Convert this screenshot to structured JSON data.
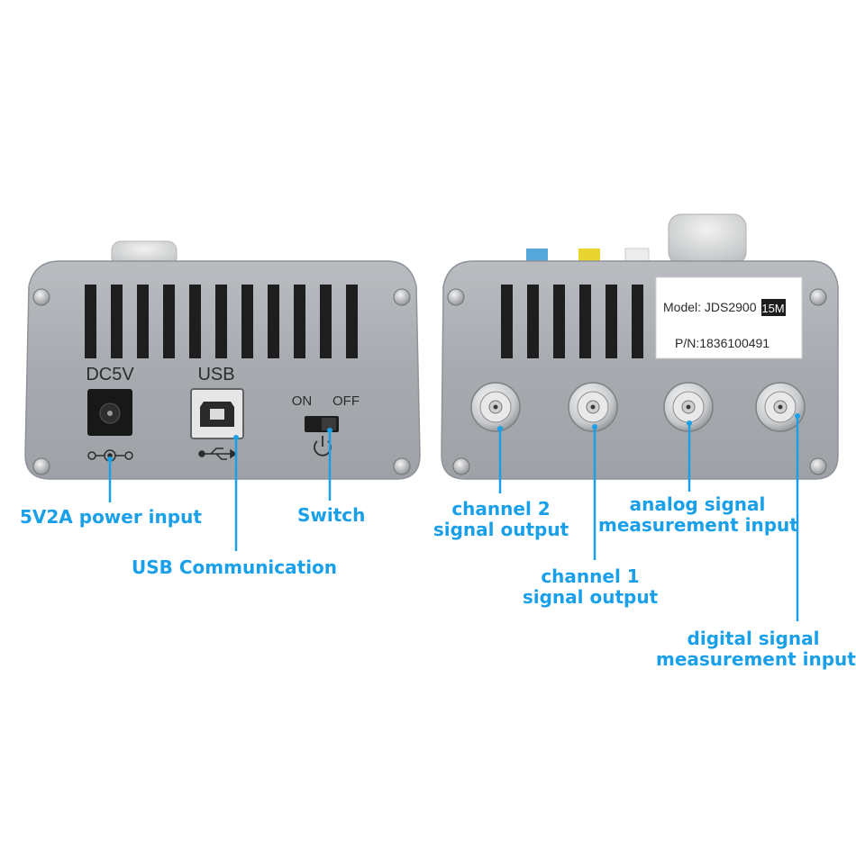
{
  "left_device": {
    "power_label": "DC5V",
    "usb_label": "USB",
    "switch_on_label": "ON",
    "switch_off_label": "OFF"
  },
  "right_device": {
    "label_model": "Model: JDS2900",
    "label_badge": "15M",
    "label_pn": "P/N:1836100491"
  },
  "callouts": {
    "power_input": "5V2A power input",
    "switch": "Switch",
    "usb": "USB Communication",
    "ch2_line1": "channel 2",
    "ch2_line2": "signal output",
    "ch1_line1": "channel 1",
    "ch1_line2": "signal output",
    "analog_line1": "analog signal",
    "analog_line2": "measurement input",
    "digital_line1": "digital signal",
    "digital_line2": "measurement input"
  },
  "colors": {
    "callout": "#1aa0e8",
    "panel": "#a8acb0",
    "label_bg": "#ffffff"
  }
}
